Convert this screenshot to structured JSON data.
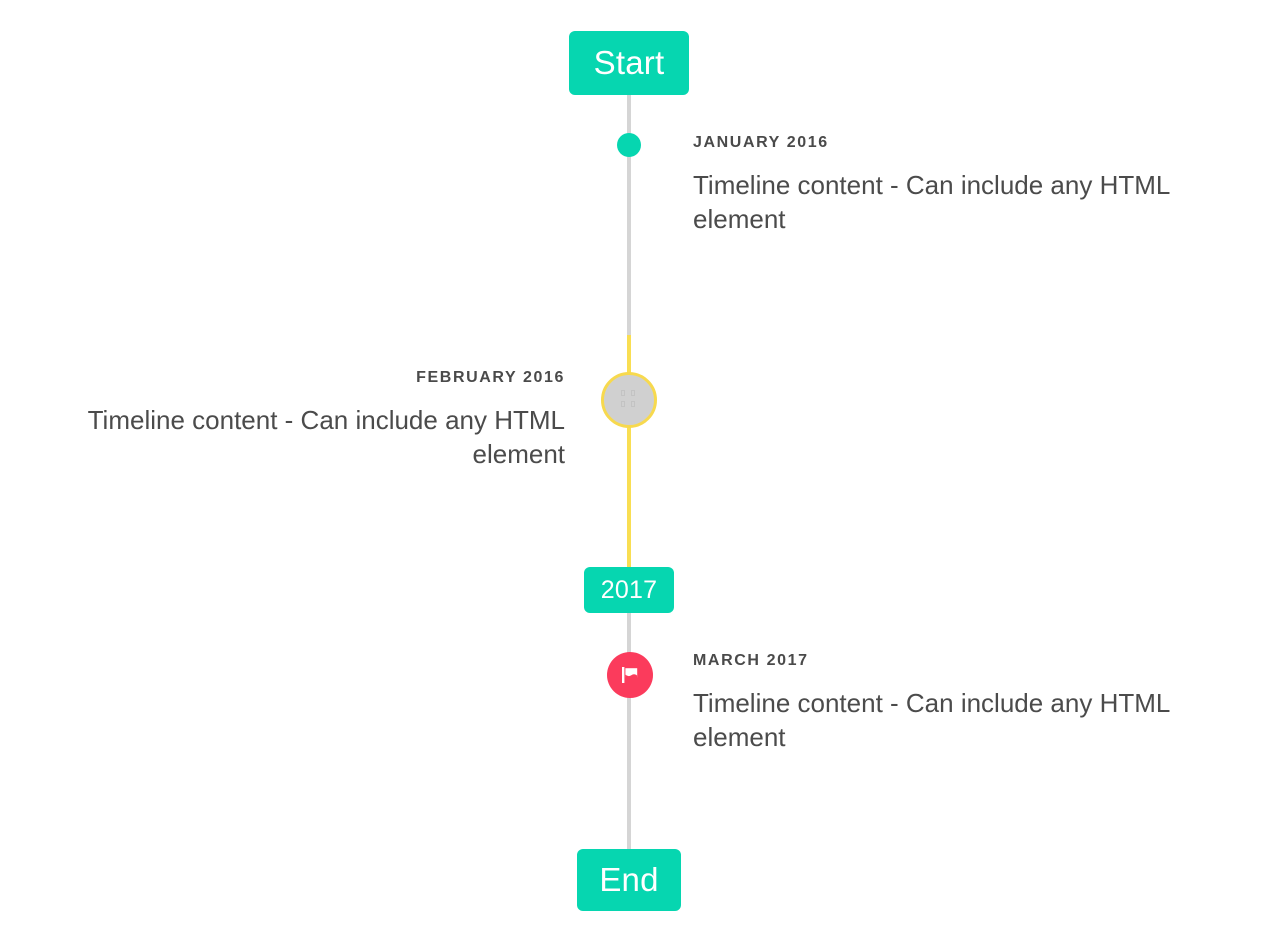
{
  "timeline": {
    "start_badge": {
      "label": "Start"
    },
    "mid_badge": {
      "label": "2017"
    },
    "end_badge": {
      "label": "End"
    },
    "entries": [
      {
        "id": "january-2016",
        "title": "JANUARY 2016",
        "body": "Timeline content - Can include any HTML element",
        "side": "right",
        "marker": "dot-icon",
        "marker_color": "#06d6b0"
      },
      {
        "id": "february-2016",
        "title": "FEBRUARY 2016",
        "body": "Timeline content - Can include any HTML element",
        "side": "left",
        "marker": "broken-image-icon",
        "marker_color": "#d0d0d0",
        "marker_ring_color": "#f7d94e"
      },
      {
        "id": "march-2017",
        "title": "MARCH 2017",
        "body": "Timeline content - Can include any HTML element",
        "side": "right",
        "marker": "flag-icon",
        "marker_color": "#fb3b5c"
      }
    ],
    "colors": {
      "accent_teal": "#06d6b0",
      "rail_gray": "#d5d5d5",
      "rail_yellow": "#f9de52",
      "marker_pink": "#fb3b5c",
      "text": "#4b4b4b",
      "background": "#ffffff"
    }
  }
}
